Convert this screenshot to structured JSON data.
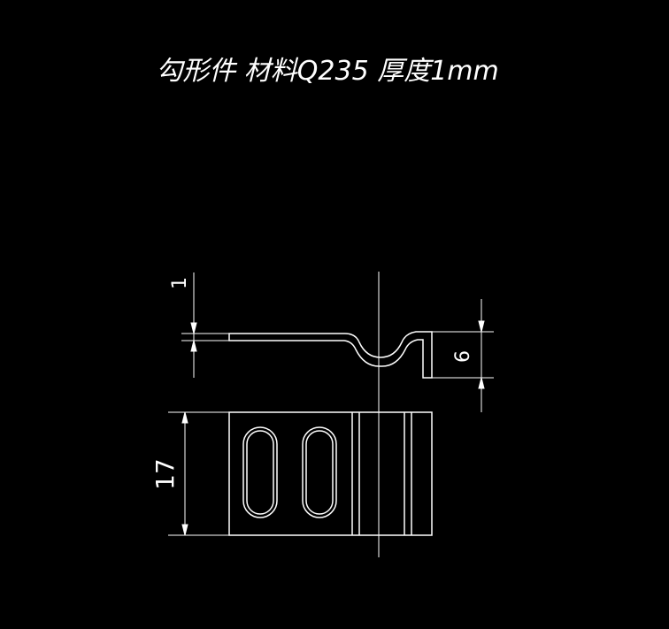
{
  "drawing": {
    "title": "勾形件 材料Q235 厚度1mm",
    "dimensions": {
      "thickness": "1",
      "height": "6",
      "width": "17"
    }
  }
}
